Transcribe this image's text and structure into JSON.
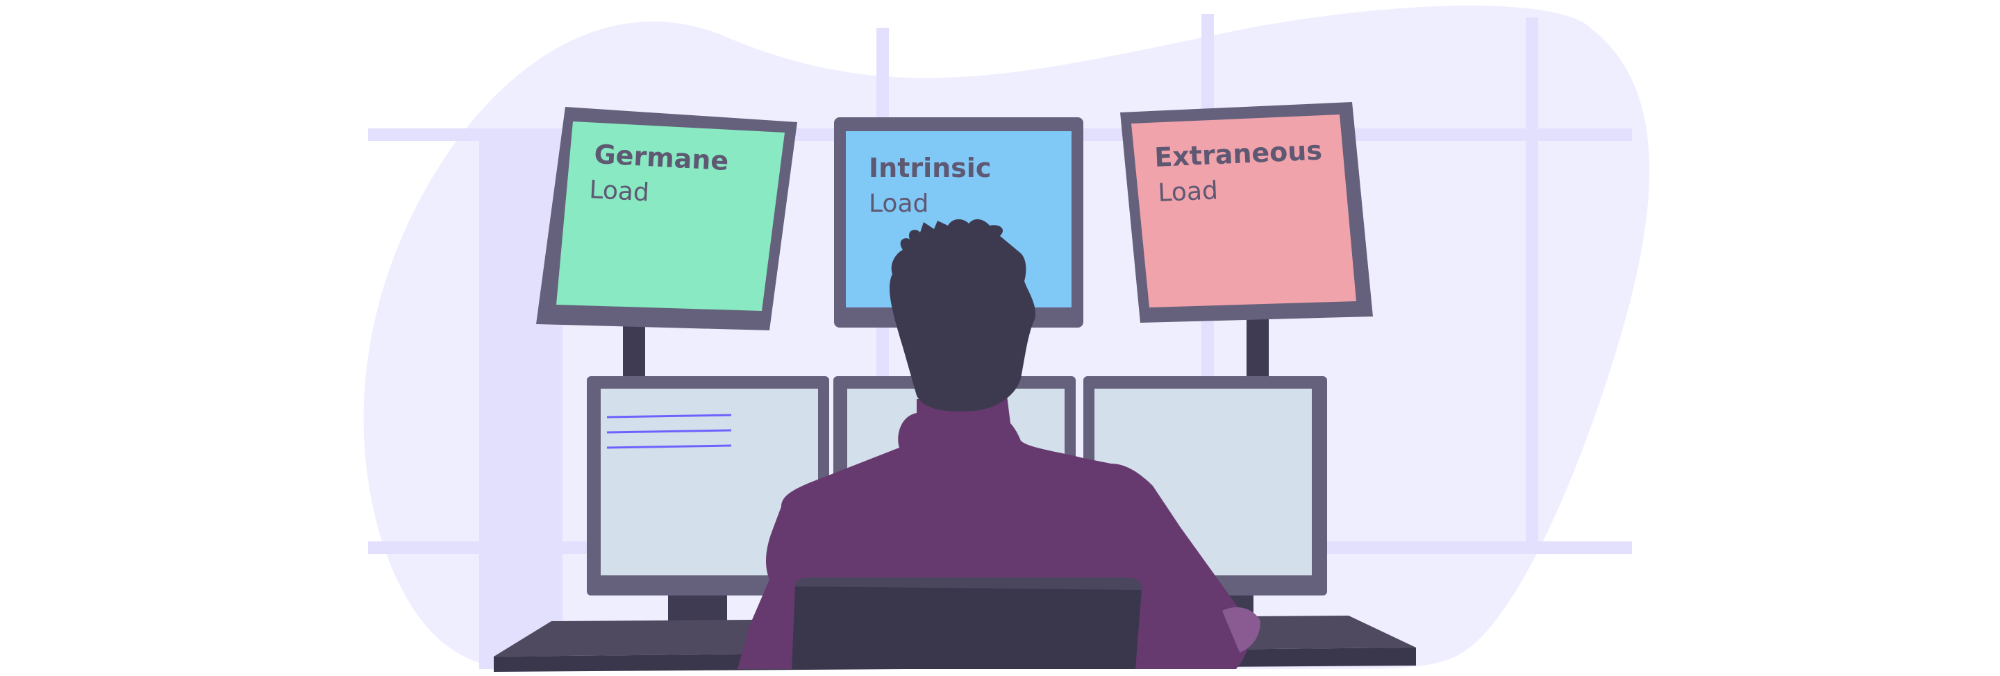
{
  "monitors": [
    {
      "title": "Germane",
      "subtitle": "Load",
      "color": "#88e9c2"
    },
    {
      "title": "Intrinsic",
      "subtitle": "Load",
      "color": "#80c8f6"
    },
    {
      "title": "Extraneous",
      "subtitle": "Load",
      "color": "#f0a3ab"
    }
  ],
  "colors": {
    "background_blob": "#efeeff",
    "monitor_frame": "#65607b",
    "lower_screen": "#d3dfea",
    "shirt": "#673a6f",
    "hair": "#3d3a50",
    "chair": "#3a374c",
    "desk": "#4f4a5f",
    "accent_lines": "#6c63ff"
  }
}
